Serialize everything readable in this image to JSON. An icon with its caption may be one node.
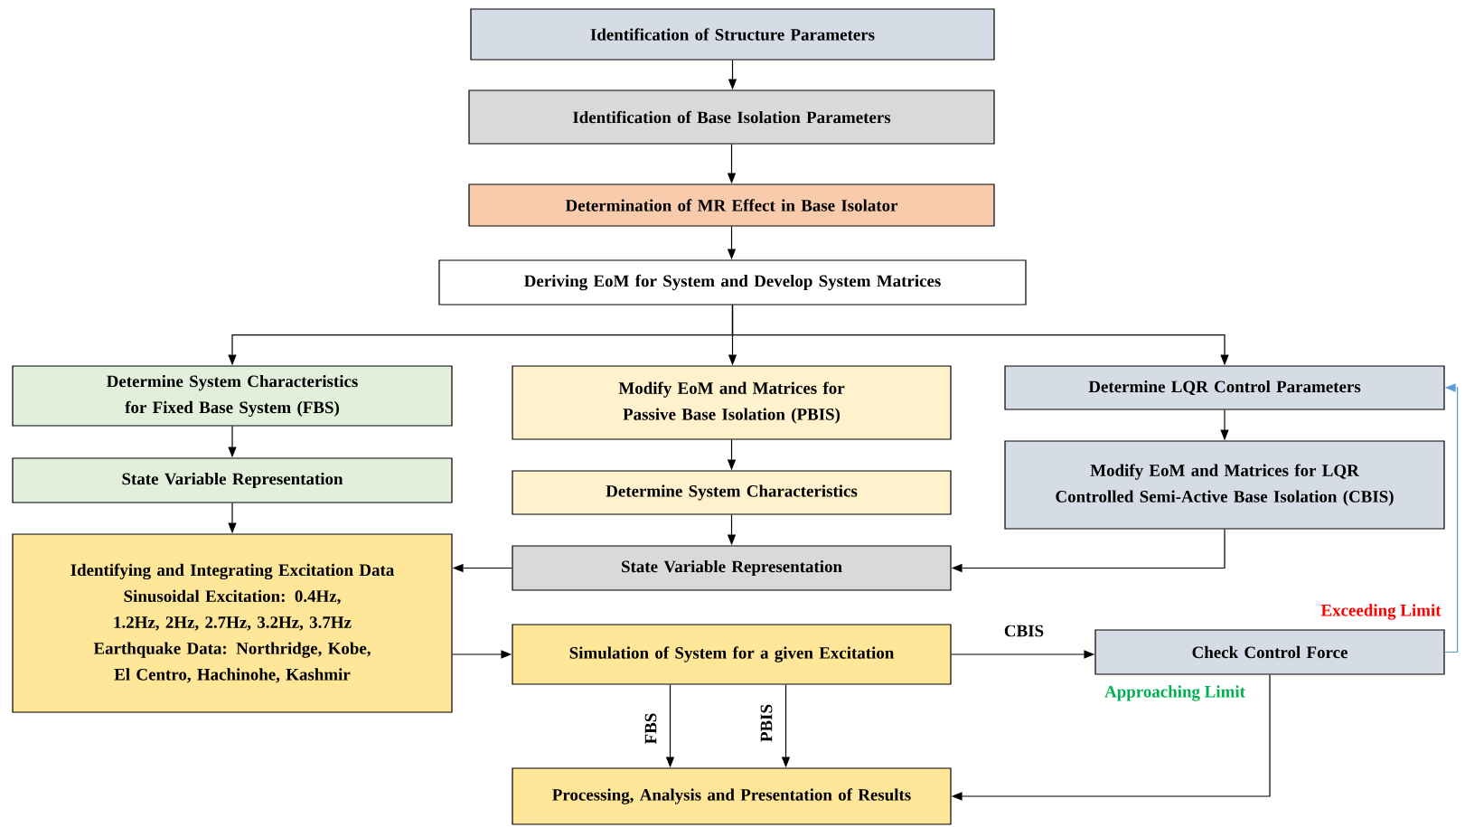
{
  "diagram": {
    "nodes": [
      {
        "text": [
          "Identification of Structure Parameters"
        ]
      },
      {
        "text": [
          "Identification of Base Isolation Parameters"
        ]
      },
      {
        "text": [
          "Determination of MR Effect in Base Isolator"
        ]
      },
      {
        "text": [
          "Deriving EoM for System and Develop System Matrices"
        ]
      },
      {
        "text": [
          "Determine System Characteristics for Fixed Base System (FBS)"
        ]
      },
      {
        "text": [
          "Modify EoM and Matrices for Passive Base Isolation (PBIS)"
        ]
      },
      {
        "text": [
          "Determine LQR Control Parameters"
        ]
      },
      {
        "text": [
          "State Variable Representation"
        ]
      },
      {
        "text": [
          "Determine System Characteristics"
        ]
      },
      {
        "text": [
          "Modify EoM and Matrices for LQR Controlled Semi-Active Base Isolation (CBIS)"
        ]
      },
      {
        "text": [
          "Identifying and Integrating Excitation Data",
          "Sinusoidal Excitation: 0.4Hz, 1.2Hz, 2Hz, 2.7Hz, 3.2Hz, 3.7Hz",
          "Earthquake Data: Northridge, Kobe, El Centro, Hachinohe, Kashmir"
        ]
      },
      {
        "text": [
          "State Variable Representation"
        ]
      },
      {
        "text": [
          "Simulation of System for a given Excitation"
        ]
      },
      {
        "text": [
          "Check Control Force"
        ]
      },
      {
        "text": [
          "Processing, Analysis and Presentation of Results"
        ]
      }
    ],
    "edges": [
      {
        "from": 0,
        "to": 1,
        "arrow": "to"
      },
      {
        "from": 1,
        "to": 2,
        "arrow": "to"
      },
      {
        "from": 2,
        "to": 3,
        "arrow": "to"
      },
      {
        "from": 3,
        "to": 4,
        "arrow": "to"
      },
      {
        "from": 3,
        "to": 5,
        "arrow": "to"
      },
      {
        "from": 3,
        "to": 6,
        "arrow": "to"
      },
      {
        "from": 4,
        "to": 7,
        "arrow": "to"
      },
      {
        "from": 7,
        "to": 10,
        "arrow": "to"
      },
      {
        "from": 5,
        "to": 8,
        "arrow": "to"
      },
      {
        "from": 8,
        "to": 11,
        "arrow": "to"
      },
      {
        "from": 6,
        "to": 9,
        "arrow": "to"
      },
      {
        "from": 9,
        "to": 11,
        "arrow": "to"
      },
      {
        "from": 11,
        "to": 10,
        "arrow": "to"
      },
      {
        "from": 10,
        "to": 12,
        "arrow": "to"
      },
      {
        "from": 12,
        "to": 13,
        "arrow": "to",
        "label": "CBIS"
      },
      {
        "from": 13,
        "to": 6,
        "arrow": "to",
        "label": "Exceeding Limit",
        "color": "#5b9bd5"
      },
      {
        "from": 13,
        "to": 14,
        "arrow": "to",
        "label": "Approaching Limit"
      },
      {
        "from": 12,
        "to": 14,
        "arrow": "to",
        "label": "FBS"
      },
      {
        "from": 12,
        "to": 14,
        "arrow": "to",
        "label": "PBIS"
      }
    ]
  }
}
